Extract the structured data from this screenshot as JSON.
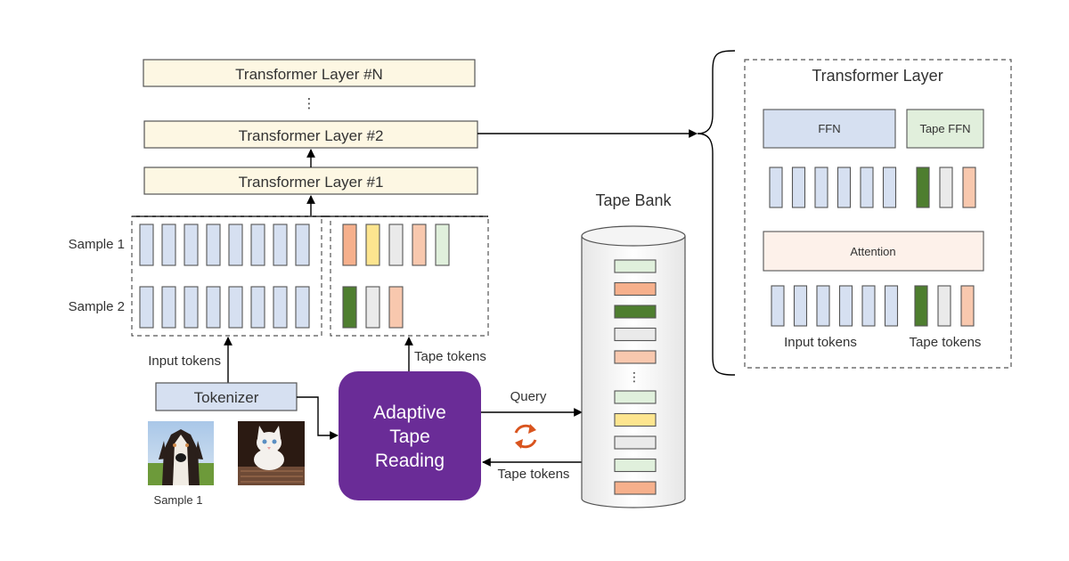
{
  "layers": {
    "layer_n": "Transformer Layer #N",
    "dots": "⋮",
    "layer_2": "Transformer Layer #2",
    "layer_1": "Transformer Layer #1"
  },
  "samples": {
    "sample1_label": "Sample 1",
    "sample2_label": "Sample 2",
    "sample1_input_tokens": 8,
    "sample2_input_tokens": 8,
    "sample1_tape_colors": [
      "#f6b08c",
      "#fde58f",
      "#eaeaea",
      "#f8c8ae",
      "#e0f0dc"
    ],
    "sample2_tape_colors": [
      "#4e7e2f",
      "#eaeaea",
      "#f8c8ae"
    ]
  },
  "labels": {
    "input_tokens": "Input tokens",
    "tape_tokens_up": "Tape tokens",
    "tokenizer": "Tokenizer",
    "image_caption": "Sample 1",
    "query": "Query",
    "tape_tokens_back": "Tape tokens"
  },
  "atr": {
    "line1": "Adaptive",
    "line2": "Tape",
    "line3": "Reading"
  },
  "tape_bank": {
    "title": "Tape Bank",
    "dots": "⋮",
    "colors_top": [
      "#e0f0dc",
      "#f6b08c",
      "#4e7e2f",
      "#eaeaea",
      "#f8c8ae"
    ],
    "colors_bottom": [
      "#e0f0dc",
      "#fde58f",
      "#eaeaea",
      "#e0f0dc",
      "#f6b08c"
    ]
  },
  "detail": {
    "title": "Transformer Layer",
    "ffn": "FFN",
    "tape_ffn": "Tape FFN",
    "attention": "Attention",
    "input_tokens": "Input tokens",
    "tape_tokens": "Tape tokens",
    "token_count": 6,
    "tape_colors": [
      "#4e7e2f",
      "#eaeaea",
      "#f8c8ae"
    ]
  },
  "colors": {
    "input_token": "#d6e0f1",
    "ffn_fill": "#d6e0f1",
    "tape_ffn_fill": "#e1efdc",
    "attention_fill": "#fdf1ea",
    "atr_fill": "#6a2c97",
    "tokenizer_fill": "#d6e0f1",
    "refresh_icon": "#d9541e"
  }
}
